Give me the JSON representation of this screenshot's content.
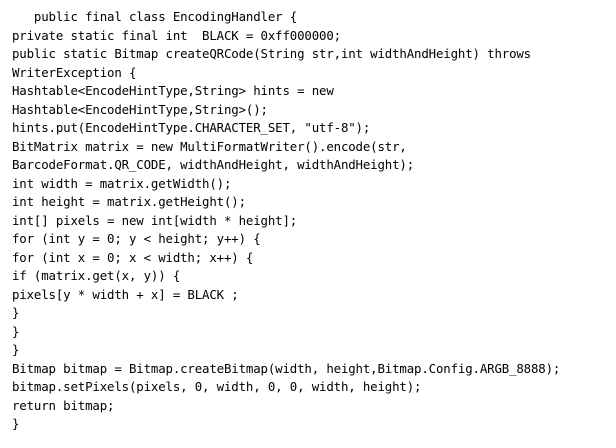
{
  "document": {
    "language": "java",
    "lines": [
      "   public final class EncodingHandler {",
      "private static final int  BLACK = 0xff000000;",
      "public static Bitmap createQRCode(String str,int widthAndHeight) throws",
      "WriterException {",
      "Hashtable<EncodeHintType,String> hints = new",
      "Hashtable<EncodeHintType,String>();",
      "hints.put(EncodeHintType.CHARACTER_SET, \"utf-8\");",
      "BitMatrix matrix = new MultiFormatWriter().encode(str,",
      "BarcodeFormat.QR_CODE, widthAndHeight, widthAndHeight);",
      "int width = matrix.getWidth();",
      "int height = matrix.getHeight();",
      "int[] pixels = new int[width * height];",
      "for (int y = 0; y < height; y++) {",
      "for (int x = 0; x < width; x++) {",
      "if (matrix.get(x, y)) {",
      "pixels[y * width + x] = BLACK ;",
      "}",
      "}",
      "}",
      "Bitmap bitmap = Bitmap.createBitmap(width, height,Bitmap.Config.ARGB_8888);",
      "bitmap.setPixels(pixels, 0, width, 0, 0, width, height);",
      "return bitmap;",
      "}"
    ]
  }
}
